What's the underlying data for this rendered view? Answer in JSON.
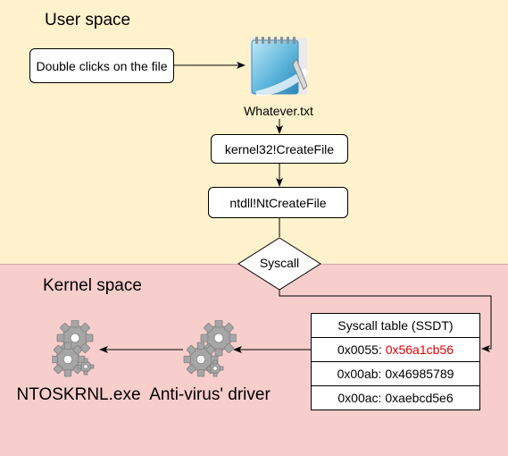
{
  "user_space": {
    "title": "User space",
    "action_box": "Double clicks on the file",
    "file_label": "Whatever.txt",
    "call1": "kernel32!CreateFile",
    "call2": "ntdll!NtCreateFile",
    "decision": "Syscall"
  },
  "kernel_space": {
    "title": "Kernel space",
    "ssdt": {
      "header": "Syscall table (SSDT)",
      "rows": [
        {
          "index": "0x0055:",
          "address": "0x56a1cb56",
          "highlight": true
        },
        {
          "index": "0x00ab:",
          "address": "0x46985789",
          "highlight": false
        },
        {
          "index": "0x00ac:",
          "address": "0xaebcd5e6",
          "highlight": false
        }
      ]
    },
    "driver_label": "Anti-virus' driver",
    "kernel_label": "NTOSKRNL.exe"
  },
  "colors": {
    "user_bg": "#fff2cc",
    "kernel_bg": "#f8cecc",
    "highlight": "#e00000",
    "gear": "#a6a6a6"
  },
  "icons": {
    "file": "notepad-icon",
    "driver": "gears-icon",
    "kernel": "gears-icon"
  }
}
